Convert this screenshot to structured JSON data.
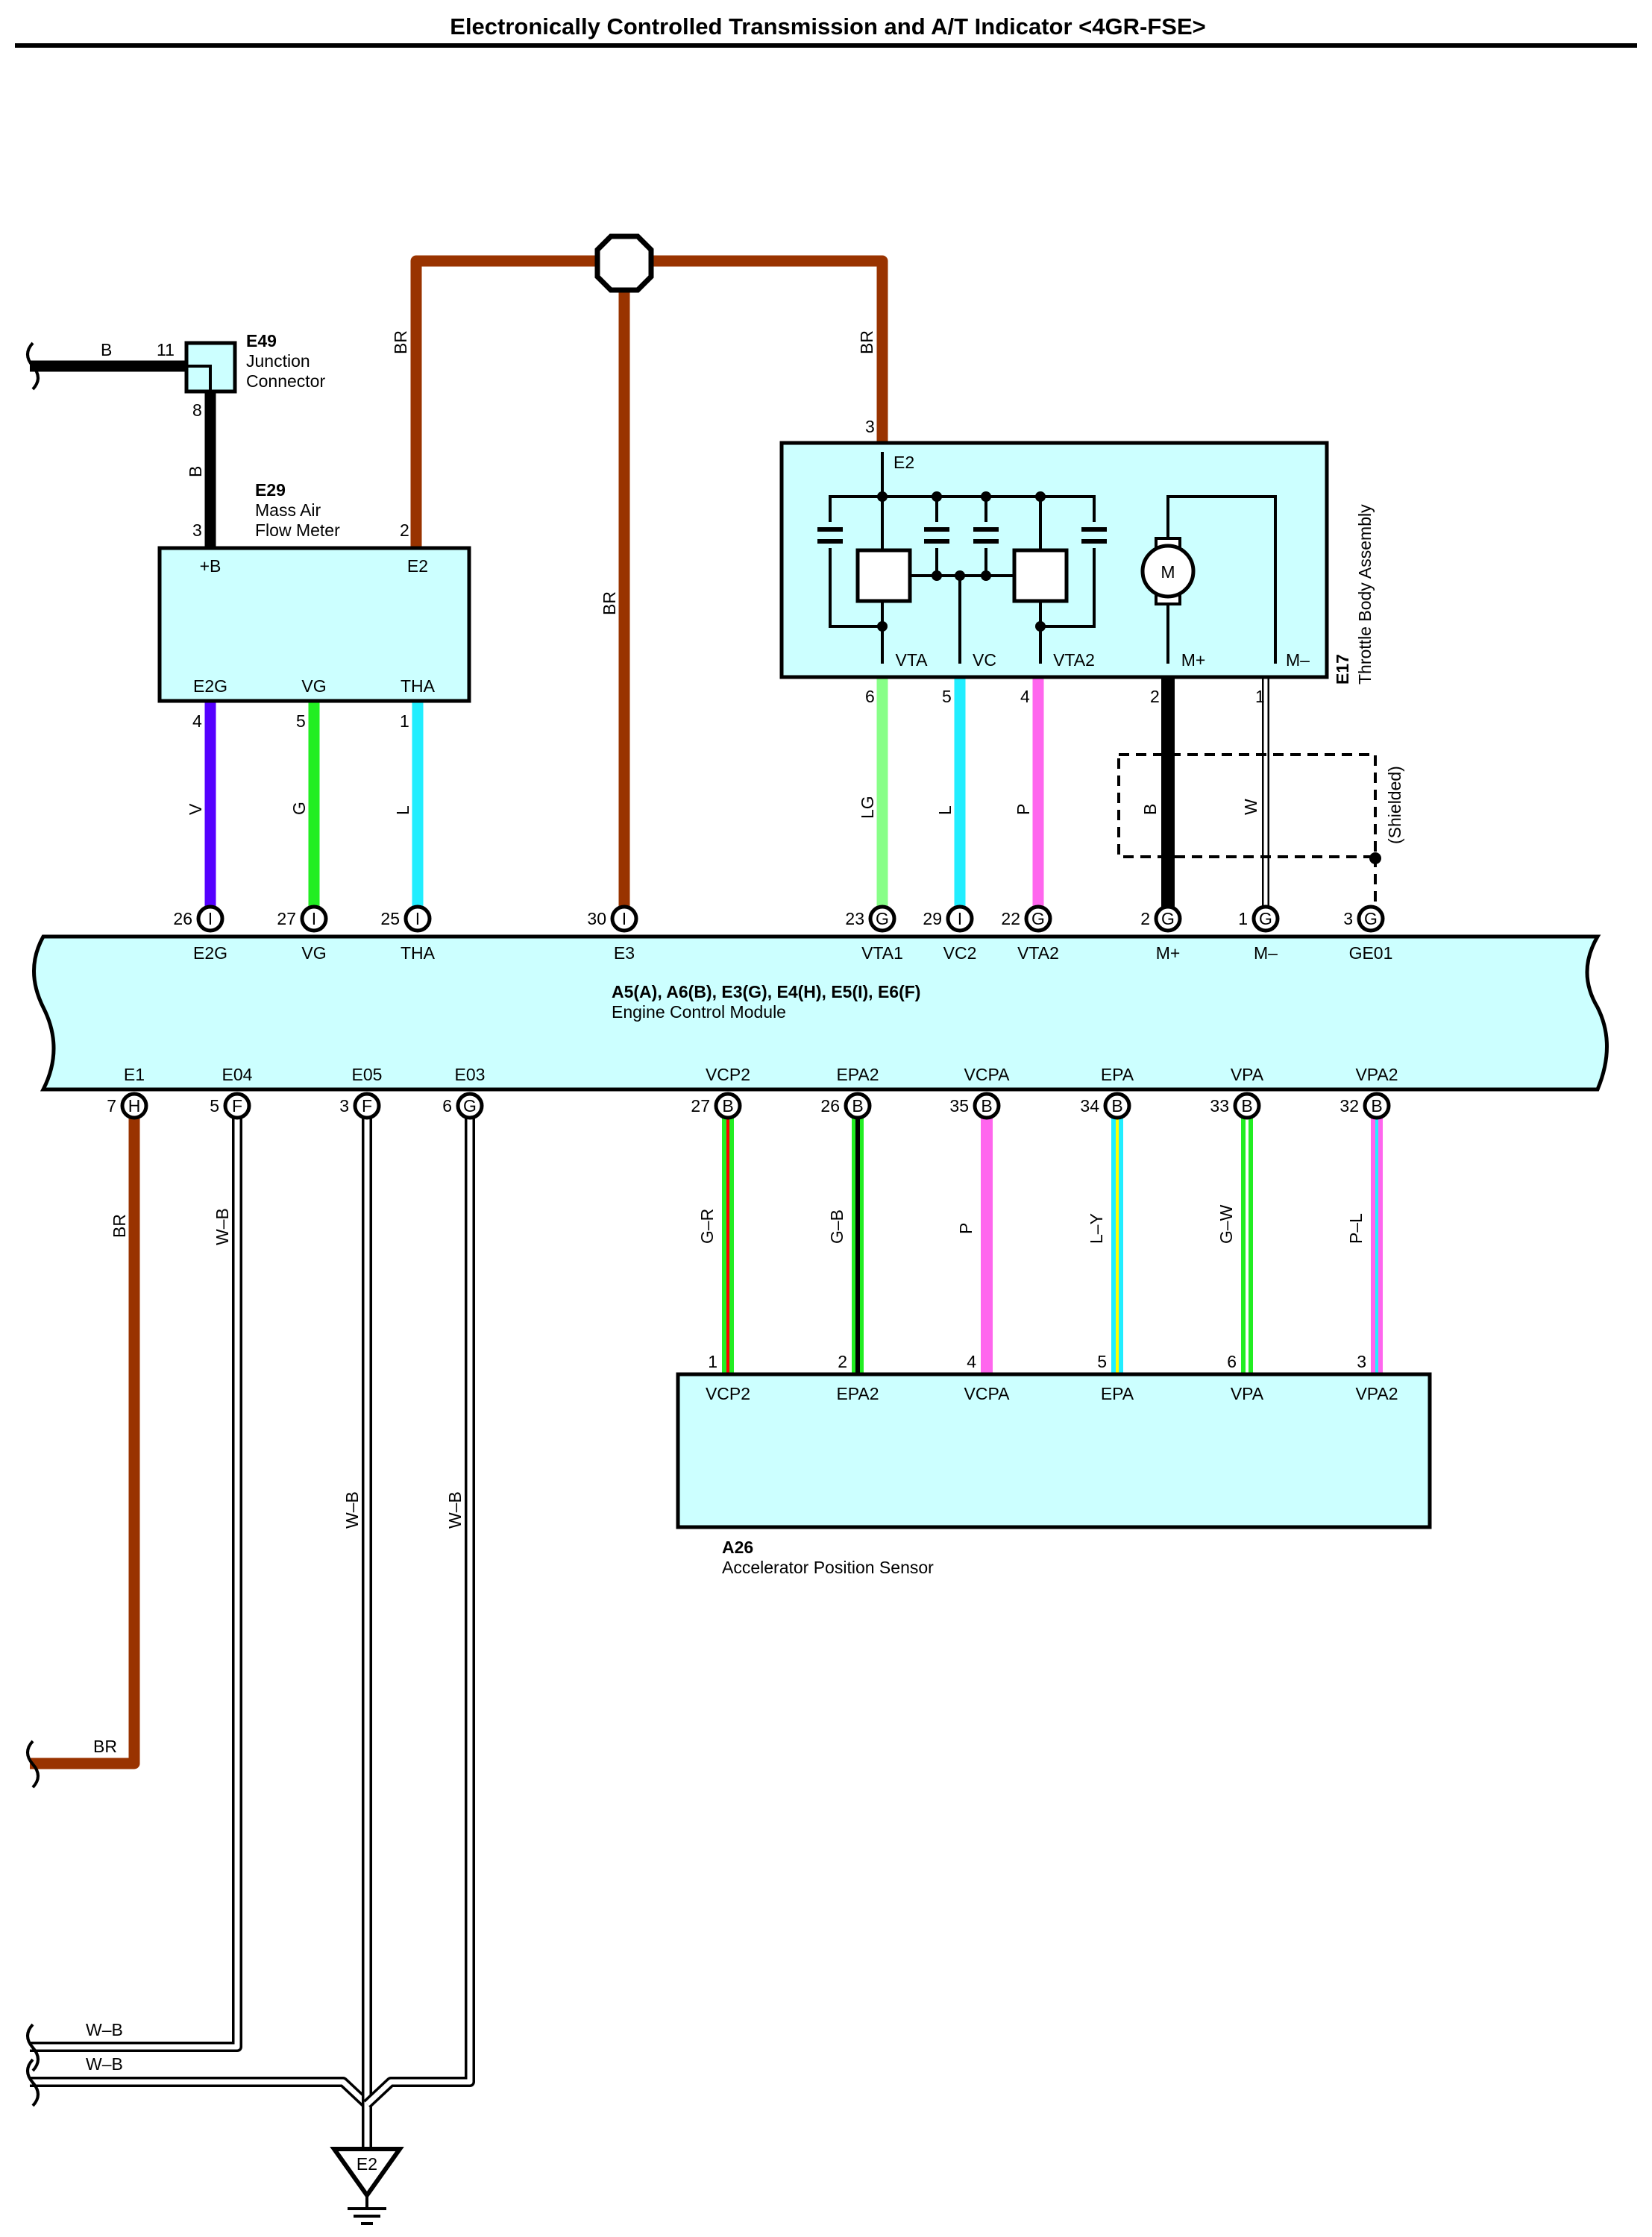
{
  "title": "Electronically Controlled Transmission and A/T Indicator <4GR-FSE>",
  "colors": {
    "BR": "#993300",
    "B": "#000000",
    "V": "#5500ff",
    "G": "#22ee22",
    "L": "#22eeff",
    "LG": "#88ff88",
    "P": "#ff66ee",
    "W": "#ffffff",
    "box_fill": "#ccffff"
  },
  "components": {
    "e49": {
      "code": "E49",
      "name1": "Junction",
      "name2": "Connector",
      "pin_in": "11",
      "pin_out": "8",
      "wire_in": "B",
      "wire_out": "B"
    },
    "e29": {
      "code": "E29",
      "name1": "Mass Air",
      "name2": "Flow Meter",
      "pins": {
        "pb": "+B",
        "e2": "E2",
        "e2g": "E2G",
        "vg": "VG",
        "tha": "THA"
      },
      "pin_nums": {
        "pb": "3",
        "e2": "2",
        "e2g": "4",
        "vg": "5",
        "tha": "1"
      }
    },
    "e17": {
      "code": "E17",
      "name": "Throttle Body Assembly",
      "pins": {
        "e2": "E2",
        "vta": "VTA",
        "vc": "VC",
        "vta2": "VTA2",
        "mp": "M+",
        "mm": "M–",
        "motor": "M"
      },
      "pin_nums": {
        "e2": "3",
        "vta": "6",
        "vc": "5",
        "vta2": "4",
        "mp": "2",
        "mm": "1"
      },
      "shielded": "(Shielded)"
    },
    "ecm": {
      "connectors": "A5(A), A6(B), E3(G), E4(H), E5(I), E6(F)",
      "name": "Engine Control Module",
      "top_pins": [
        {
          "num": "26",
          "conn": "I",
          "name": "E2G",
          "wire": "V"
        },
        {
          "num": "27",
          "conn": "I",
          "name": "VG",
          "wire": "G"
        },
        {
          "num": "25",
          "conn": "I",
          "name": "THA",
          "wire": "L"
        },
        {
          "num": "30",
          "conn": "I",
          "name": "E3",
          "wire": "BR"
        },
        {
          "num": "23",
          "conn": "G",
          "name": "VTA1",
          "wire": "LG"
        },
        {
          "num": "29",
          "conn": "I",
          "name": "VC2",
          "wire": "L"
        },
        {
          "num": "22",
          "conn": "G",
          "name": "VTA2",
          "wire": "P"
        },
        {
          "num": "2",
          "conn": "G",
          "name": "M+",
          "wire": "B"
        },
        {
          "num": "1",
          "conn": "G",
          "name": "M–",
          "wire": "W"
        },
        {
          "num": "3",
          "conn": "G",
          "name": "GE01",
          "wire": ""
        }
      ],
      "bottom_pins": [
        {
          "num": "7",
          "conn": "H",
          "name": "E1",
          "wire": "BR"
        },
        {
          "num": "5",
          "conn": "F",
          "name": "E04",
          "wire": "W–B"
        },
        {
          "num": "3",
          "conn": "F",
          "name": "E05",
          "wire": "W–B"
        },
        {
          "num": "6",
          "conn": "G",
          "name": "E03",
          "wire": "W–B"
        },
        {
          "num": "27",
          "conn": "B",
          "name": "VCP2",
          "wire": "G–R"
        },
        {
          "num": "26",
          "conn": "B",
          "name": "EPA2",
          "wire": "G–B"
        },
        {
          "num": "35",
          "conn": "B",
          "name": "VCPA",
          "wire": "P"
        },
        {
          "num": "34",
          "conn": "B",
          "name": "EPA",
          "wire": "L–Y"
        },
        {
          "num": "33",
          "conn": "B",
          "name": "VPA",
          "wire": "G–W"
        },
        {
          "num": "32",
          "conn": "B",
          "name": "VPA2",
          "wire": "P–L"
        }
      ]
    },
    "a26": {
      "code": "A26",
      "name": "Accelerator Position Sensor",
      "pins": [
        {
          "num": "1",
          "name": "VCP2"
        },
        {
          "num": "2",
          "name": "EPA2"
        },
        {
          "num": "4",
          "name": "VCPA"
        },
        {
          "num": "5",
          "name": "EPA"
        },
        {
          "num": "6",
          "name": "VPA"
        },
        {
          "num": "3",
          "name": "VPA2"
        }
      ]
    },
    "ground": {
      "code": "E2"
    }
  },
  "wire_labels": {
    "br_e29_top": "BR",
    "br_e3": "BR",
    "br_e17": "BR",
    "br_e1_bottom": "BR",
    "wb_1": "W–B",
    "wb_2": "W–B"
  }
}
